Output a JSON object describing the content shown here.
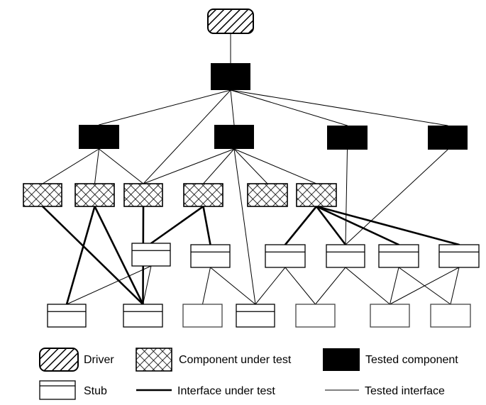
{
  "legend": {
    "driver": "Driver",
    "component_under_test": "Component under test",
    "tested_component": "Tested component",
    "stub": "Stub",
    "interface_under_test": "Interface under test",
    "tested_interface": "Tested interface"
  },
  "colors": {
    "ink": "#000000",
    "tested_fill": "#000000",
    "paper": "#ffffff"
  },
  "nodes": [
    {
      "id": "d",
      "kind": "driver"
    },
    {
      "id": "t0",
      "kind": "tested"
    },
    {
      "id": "t1",
      "kind": "tested"
    },
    {
      "id": "t2",
      "kind": "tested"
    },
    {
      "id": "t3",
      "kind": "tested"
    },
    {
      "id": "t4",
      "kind": "tested"
    },
    {
      "id": "c1",
      "kind": "under_test"
    },
    {
      "id": "c2",
      "kind": "under_test"
    },
    {
      "id": "c3",
      "kind": "under_test"
    },
    {
      "id": "c4",
      "kind": "under_test"
    },
    {
      "id": "c5",
      "kind": "under_test"
    },
    {
      "id": "c6",
      "kind": "under_test"
    },
    {
      "id": "s1",
      "kind": "stub"
    },
    {
      "id": "s2",
      "kind": "stub"
    },
    {
      "id": "s3",
      "kind": "stub"
    },
    {
      "id": "s4",
      "kind": "stub"
    },
    {
      "id": "s5",
      "kind": "stub"
    },
    {
      "id": "s6",
      "kind": "stub"
    },
    {
      "id": "b1",
      "kind": "stub"
    },
    {
      "id": "b2",
      "kind": "stub"
    },
    {
      "id": "b3",
      "kind": "plain"
    },
    {
      "id": "b4",
      "kind": "stub"
    },
    {
      "id": "b5",
      "kind": "plain"
    },
    {
      "id": "b6",
      "kind": "plain"
    },
    {
      "id": "b7",
      "kind": "plain"
    }
  ],
  "edges": [
    {
      "from": "d",
      "to": "t0",
      "style": "tested"
    },
    {
      "from": "t0",
      "to": "t1",
      "style": "tested"
    },
    {
      "from": "t0",
      "to": "t2",
      "style": "tested"
    },
    {
      "from": "t0",
      "to": "t3",
      "style": "tested"
    },
    {
      "from": "t0",
      "to": "t4",
      "style": "tested"
    },
    {
      "from": "t0",
      "to": "c3",
      "style": "tested"
    },
    {
      "from": "t1",
      "to": "c1",
      "style": "tested"
    },
    {
      "from": "t1",
      "to": "c2",
      "style": "tested"
    },
    {
      "from": "t1",
      "to": "c3",
      "style": "tested"
    },
    {
      "from": "t2",
      "to": "c3",
      "style": "tested"
    },
    {
      "from": "t2",
      "to": "c4",
      "style": "tested"
    },
    {
      "from": "t2",
      "to": "c5",
      "style": "tested"
    },
    {
      "from": "t2",
      "to": "c6",
      "style": "tested"
    },
    {
      "from": "t2",
      "to": "b4",
      "style": "tested"
    },
    {
      "from": "t3",
      "to": "s4",
      "style": "tested"
    },
    {
      "from": "t4",
      "to": "s4",
      "style": "tested"
    },
    {
      "from": "c1",
      "to": "b2",
      "style": "under_test"
    },
    {
      "from": "c2",
      "to": "b1",
      "style": "under_test"
    },
    {
      "from": "c2",
      "to": "b2",
      "style": "under_test"
    },
    {
      "from": "c3",
      "to": "b2",
      "style": "under_test"
    },
    {
      "from": "c4",
      "to": "s1",
      "style": "under_test"
    },
    {
      "from": "c4",
      "to": "s2",
      "style": "under_test"
    },
    {
      "from": "c6",
      "to": "s3",
      "style": "under_test"
    },
    {
      "from": "c6",
      "to": "s4",
      "style": "under_test"
    },
    {
      "from": "c6",
      "to": "s5",
      "style": "under_test"
    },
    {
      "from": "c6",
      "to": "s6",
      "style": "under_test"
    },
    {
      "from": "s1",
      "to": "b1",
      "style": "tested"
    },
    {
      "from": "s1",
      "to": "b2",
      "style": "tested"
    },
    {
      "from": "s2",
      "to": "b3",
      "style": "tested"
    },
    {
      "from": "s2",
      "to": "b4",
      "style": "tested"
    },
    {
      "from": "s3",
      "to": "b4",
      "style": "tested"
    },
    {
      "from": "s3",
      "to": "b5",
      "style": "tested"
    },
    {
      "from": "s4",
      "to": "b5",
      "style": "tested"
    },
    {
      "from": "s4",
      "to": "b6",
      "style": "tested"
    },
    {
      "from": "s5",
      "to": "b6",
      "style": "tested"
    },
    {
      "from": "s5",
      "to": "b7",
      "style": "tested"
    },
    {
      "from": "s6",
      "to": "b6",
      "style": "tested"
    },
    {
      "from": "s6",
      "to": "b7",
      "style": "tested"
    }
  ]
}
